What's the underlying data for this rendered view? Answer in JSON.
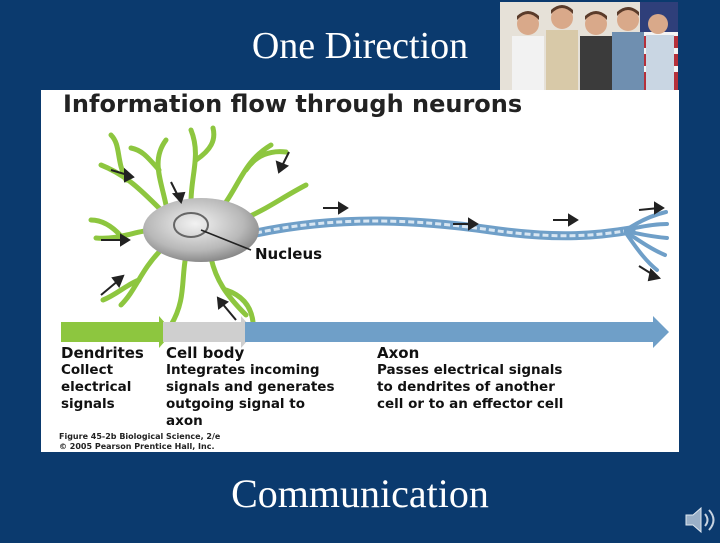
{
  "slide": {
    "title": "One Direction",
    "subtitle": "Communication"
  },
  "figure": {
    "title": "Information flow through neurons",
    "nucleus_label": "Nucleus",
    "columns": [
      {
        "heading": "Dendrites",
        "body": "Collect\nelectrical\nsignals"
      },
      {
        "heading": "Cell body",
        "body": "Integrates incoming\nsignals and generates\noutgoing signal to\naxon"
      },
      {
        "heading": "Axon",
        "body": "Passes electrical signals\nto dendrites of another\ncell or to an effector cell"
      }
    ],
    "caption_line1": "Figure 45-2b  Biological Science, 2/e",
    "caption_line2": "© 2005 Pearson Prentice Hall, Inc."
  },
  "colors": {
    "background": "#0b3a6e",
    "dendrite_green": "#8dc63f",
    "cell_body_gray": "#c8c8c8",
    "axon_blue": "#6f9fc8"
  },
  "icons": {
    "audio": "speaker-icon"
  }
}
